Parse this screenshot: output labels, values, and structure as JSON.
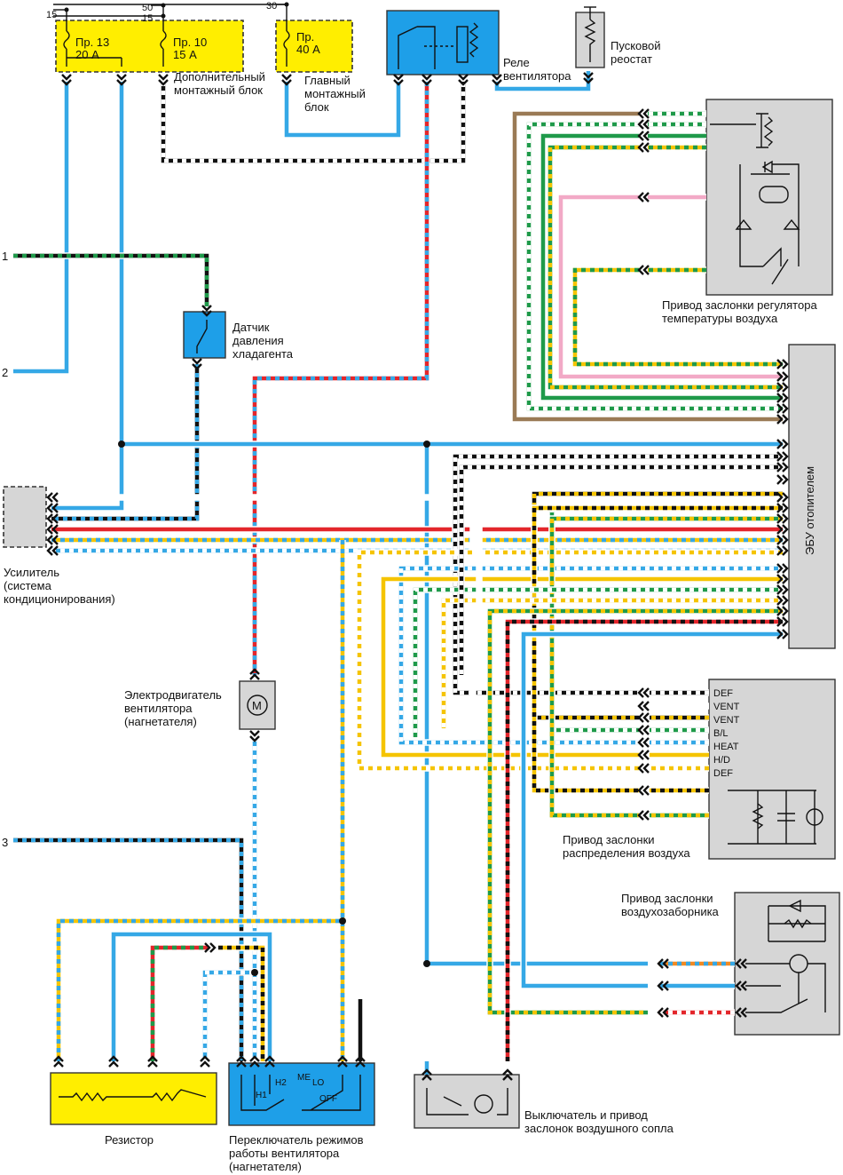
{
  "diagram": {
    "terminals": {
      "t15a": "15",
      "t50": "50",
      "t15b": "15",
      "t30": "30"
    },
    "fuses": {
      "f13": {
        "name": "Пр. 13",
        "rating": "20 А"
      },
      "f10": {
        "name": "Пр. 10",
        "rating": "15 А"
      },
      "f40": {
        "name": "Пр.",
        "rating": "40 А"
      }
    },
    "labels": {
      "aux_block": "Дополнительный\nмонтажный блок",
      "main_block": "Главный\nмонтажный\nблок",
      "fan_relay": "Реле\nвентилятора",
      "start_rheostat": "Пусковой\nреостат",
      "pressure_sensor": "Датчик\nдавления\nхладагента",
      "temp_actuator": "Привод заслонки регулятора\nтемпературы воздуха",
      "heater_ecu": "ЭБУ отопителем",
      "amplifier": "Усилитель\n(система\nкондиционирования)",
      "blower_motor": "Электродвигатель\nвентилятора\n(нагнетателя)",
      "distribution_actuator": "Привод заслонки\nраспределения воздуха",
      "intake_actuator": "Привод заслонки\nвоздухозаборника",
      "resistor": "Резистор",
      "mode_switch": "Переключатель режимов\nработы вентилятора\n(нагнетателя)",
      "nozzle_switch": "Выключатель и привод\nзаслонок воздушного сопла"
    },
    "wire_numbers": {
      "w1": "1",
      "w2": "2",
      "w3": "3"
    },
    "distribution_modes": [
      "DEF",
      "VENT",
      "VENT",
      "B/L",
      "HEAT",
      "H/D",
      "DEF"
    ],
    "switch_positions": {
      "h1": "H1",
      "h2": "H2",
      "me": "ME",
      "lo": "LO",
      "off": "OFF"
    },
    "colors": {
      "fuse_box": "#ffee00",
      "switch_box": "#1e9fe8",
      "component_box": "#d6d6d6",
      "wire_blue": "#35a8e6",
      "wire_black": "#111111",
      "wire_red": "#e3262b",
      "wire_green": "#1f9a4a",
      "wire_yellow": "#f5c400",
      "wire_brown": "#9a7a55",
      "wire_pink": "#f2a9c6"
    }
  }
}
